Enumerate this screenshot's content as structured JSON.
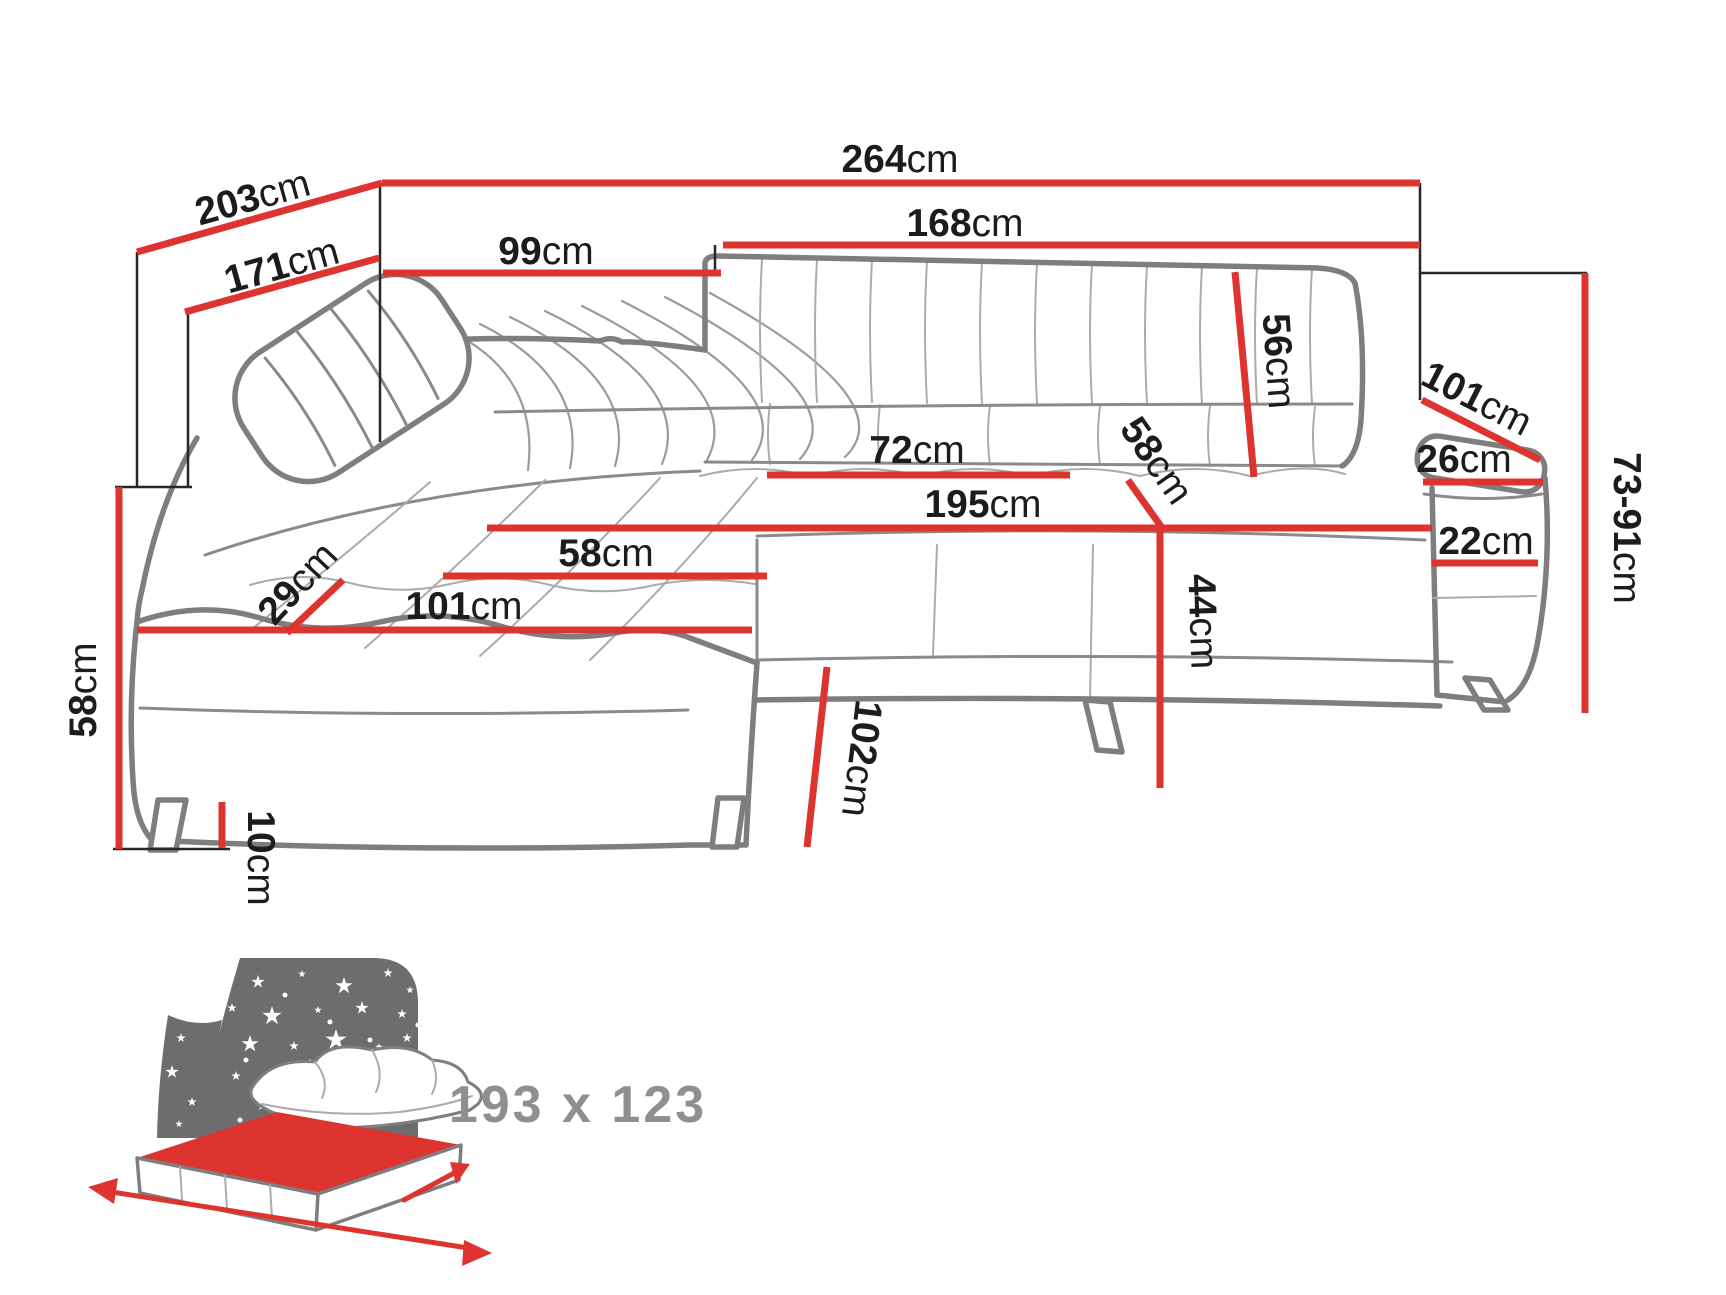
{
  "measurements": {
    "overall_width": {
      "value": "264",
      "unit": "cm"
    },
    "overall_depth": {
      "value": "203",
      "unit": "cm"
    },
    "inner_depth": {
      "value": "171",
      "unit": "cm"
    },
    "chaise_back_width": {
      "value": "99",
      "unit": "cm"
    },
    "sofa_section_width": {
      "value": "168",
      "unit": "cm"
    },
    "backrest_height": {
      "value": "56",
      "unit": "cm"
    },
    "arm_outer_length": {
      "value": "101",
      "unit": "cm"
    },
    "arm_top_width": {
      "value": "26",
      "unit": "cm"
    },
    "total_height_range": {
      "value": "73-91",
      "unit": "cm"
    },
    "back_cushion_width": {
      "value": "72",
      "unit": "cm"
    },
    "seat_depth": {
      "value": "58",
      "unit": "cm"
    },
    "seat_width": {
      "value": "195",
      "unit": "cm"
    },
    "seat_height": {
      "value": "44",
      "unit": "cm"
    },
    "chaise_seat_width": {
      "value": "58",
      "unit": "cm"
    },
    "chaise_length": {
      "value": "101",
      "unit": "cm"
    },
    "headrest_depth": {
      "value": "29",
      "unit": "cm"
    },
    "side_height": {
      "value": "58",
      "unit": "cm"
    },
    "leg_height": {
      "value": "10",
      "unit": "cm"
    },
    "chaise_side_length": {
      "value": "102",
      "unit": "cm"
    },
    "arm_front_width": {
      "value": "22",
      "unit": "cm"
    }
  },
  "sleeping_area": {
    "label": "193 x 123"
  },
  "colors": {
    "measure_line": "#de3430",
    "outline_gray": "#7e7e7e",
    "icon_gray": "#6d6d6e",
    "label_text": "#1c1c1c",
    "icon_text": "#8f8f90"
  }
}
